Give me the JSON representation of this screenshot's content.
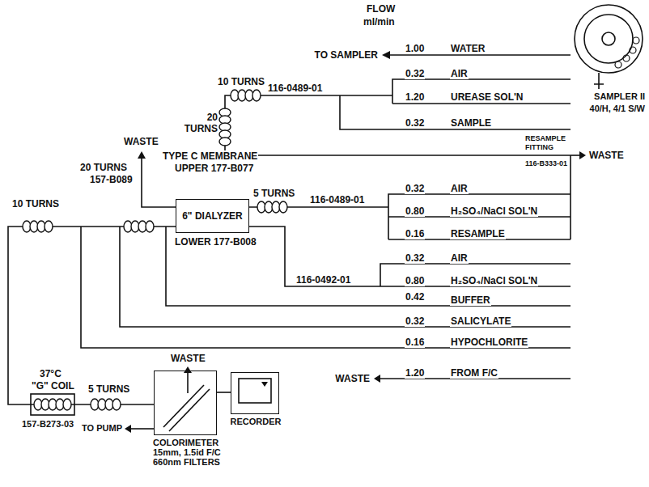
{
  "diagram": {
    "nodes": [
      {
        "text": [
          "6\" DIALYZER"
        ]
      },
      {
        "text": [
          "COLORIMETER 15mm, 1.5id F/C 660nm FILTERS"
        ]
      },
      {
        "text": [
          "RECORDER"
        ]
      }
    ],
    "edges": [
      {
        "from": 0,
        "to": 1,
        "arrow": "none"
      },
      {
        "from": 1,
        "to": 2,
        "arrow": "none"
      }
    ],
    "labels": [
      "FLOW",
      "ml/min",
      "1.00",
      "WATER",
      "TO SAMPLER",
      "10 TURNS",
      "0.32",
      "AIR",
      "116-0489-01",
      "1.20",
      "UREASE SOL'N",
      "SAMPLER II",
      "40/H, 4/1 S/W",
      "20 TURNS",
      "0.32",
      "SAMPLE",
      "RESAMPLE FITTING",
      "WASTE",
      "116-B333-01",
      "WASTE",
      "TYPE C MEMBRANE",
      "20 TURNS",
      "UPPER 177-B077",
      "157-B089",
      "10 TURNS",
      "5 TURNS",
      "0.32",
      "AIR",
      "116-0489-01",
      "0.80",
      "H₂SO₄/NaCl SOL'N",
      "0.16",
      "RESAMPLE",
      "LOWER 177-B008",
      "0.32",
      "AIR",
      "116-0492-01",
      "0.80",
      "H₂SO₄/NaCl SOL'N",
      "0.42",
      "BUFFER",
      "0.32",
      "SALICYLATE",
      "0.16",
      "HYPOCHLORITE",
      "WASTE",
      "1.20",
      "FROM F/C",
      "WASTE",
      "37°C",
      "\"G\" COIL",
      "5 TURNS",
      "157-B273-03",
      "TO PUMP"
    ]
  }
}
